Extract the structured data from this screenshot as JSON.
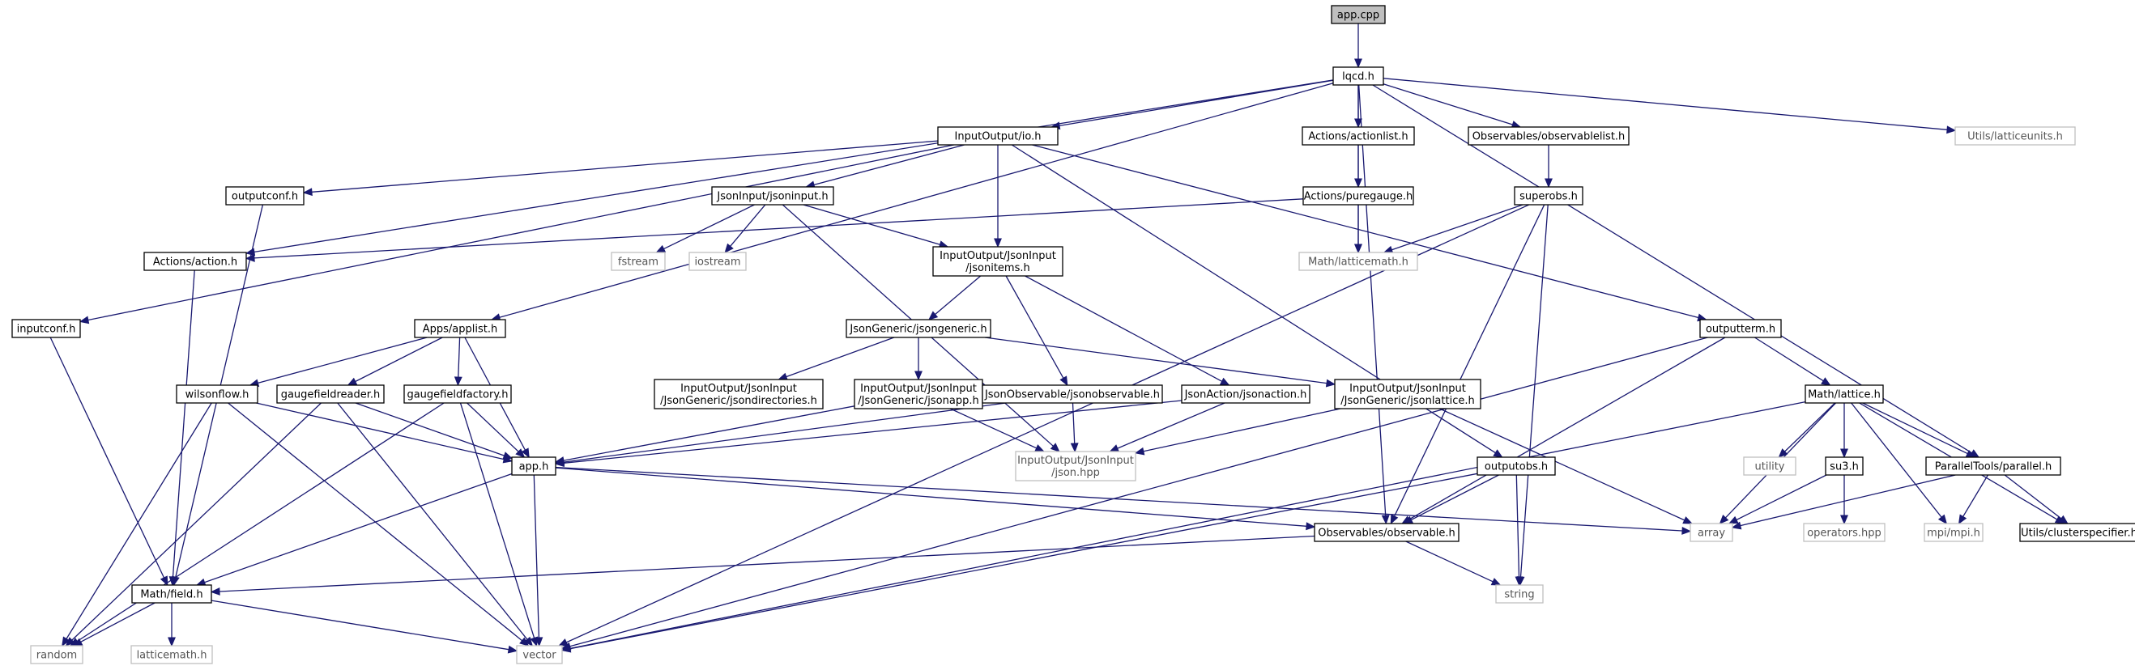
{
  "colors": {
    "edge": "#191970",
    "root_fill": "#bfbfbf",
    "node_fill": "#ffffff",
    "node_border": "#000000",
    "external_border": "#bfbfbf",
    "external_text": "#555555"
  },
  "nodes": [
    {
      "id": "app_cpp",
      "label": [
        "app.cpp"
      ],
      "kind": "root"
    },
    {
      "id": "lqcd",
      "label": [
        "lqcd.h"
      ],
      "kind": "file"
    },
    {
      "id": "io",
      "label": [
        "InputOutput/io.h"
      ],
      "kind": "file"
    },
    {
      "id": "actionlist",
      "label": [
        "Actions/actionlist.h"
      ],
      "kind": "file"
    },
    {
      "id": "observablelist",
      "label": [
        "Observables/observablelist.h"
      ],
      "kind": "file"
    },
    {
      "id": "latticeunits",
      "label": [
        "Utils/latticeunits.h"
      ],
      "kind": "external"
    },
    {
      "id": "outputconf",
      "label": [
        "outputconf.h"
      ],
      "kind": "file"
    },
    {
      "id": "jsoninput",
      "label": [
        "JsonInput/jsoninput.h"
      ],
      "kind": "file"
    },
    {
      "id": "puregauge",
      "label": [
        "Actions/puregauge.h"
      ],
      "kind": "file"
    },
    {
      "id": "superobs",
      "label": [
        "superobs.h"
      ],
      "kind": "file"
    },
    {
      "id": "action",
      "label": [
        "Actions/action.h"
      ],
      "kind": "file"
    },
    {
      "id": "fstream",
      "label": [
        "fstream"
      ],
      "kind": "external"
    },
    {
      "id": "iostream",
      "label": [
        "iostream"
      ],
      "kind": "external"
    },
    {
      "id": "jsonitems",
      "label": [
        "InputOutput/JsonInput",
        "/jsonitems.h"
      ],
      "kind": "file"
    },
    {
      "id": "mathlatticemath",
      "label": [
        "Math/latticemath.h"
      ],
      "kind": "external"
    },
    {
      "id": "inputconf",
      "label": [
        "inputconf.h"
      ],
      "kind": "file"
    },
    {
      "id": "applist",
      "label": [
        "Apps/applist.h"
      ],
      "kind": "file"
    },
    {
      "id": "jsongeneric",
      "label": [
        "JsonGeneric/jsongeneric.h"
      ],
      "kind": "file"
    },
    {
      "id": "outputterm",
      "label": [
        "outputterm.h"
      ],
      "kind": "file"
    },
    {
      "id": "wilsonflow",
      "label": [
        "wilsonflow.h"
      ],
      "kind": "file"
    },
    {
      "id": "gaugefieldreader",
      "label": [
        "gaugefieldreader.h"
      ],
      "kind": "file"
    },
    {
      "id": "gaugefieldfactory",
      "label": [
        "gaugefieldfactory.h"
      ],
      "kind": "file"
    },
    {
      "id": "jsondirectories",
      "label": [
        "InputOutput/JsonInput",
        "/JsonGeneric/jsondirectories.h"
      ],
      "kind": "file"
    },
    {
      "id": "jsonapp",
      "label": [
        "InputOutput/JsonInput",
        "/JsonGeneric/jsonapp.h"
      ],
      "kind": "file"
    },
    {
      "id": "jsonobservable",
      "label": [
        "JsonObservable/jsonobservable.h"
      ],
      "kind": "file"
    },
    {
      "id": "jsonaction",
      "label": [
        "JsonAction/jsonaction.h"
      ],
      "kind": "file"
    },
    {
      "id": "jsonlattice",
      "label": [
        "InputOutput/JsonInput",
        "/JsonGeneric/jsonlattice.h"
      ],
      "kind": "file"
    },
    {
      "id": "mathlattice",
      "label": [
        "Math/lattice.h"
      ],
      "kind": "file"
    },
    {
      "id": "app_h",
      "label": [
        "app.h"
      ],
      "kind": "file"
    },
    {
      "id": "jsonhpp",
      "label": [
        "InputOutput/JsonInput",
        "/json.hpp"
      ],
      "kind": "external"
    },
    {
      "id": "outputobs",
      "label": [
        "outputobs.h"
      ],
      "kind": "file"
    },
    {
      "id": "utility",
      "label": [
        "utility"
      ],
      "kind": "external"
    },
    {
      "id": "su3",
      "label": [
        "su3.h"
      ],
      "kind": "file"
    },
    {
      "id": "parallel",
      "label": [
        "ParallelTools/parallel.h"
      ],
      "kind": "file"
    },
    {
      "id": "observable",
      "label": [
        "Observables/observable.h"
      ],
      "kind": "file"
    },
    {
      "id": "array",
      "label": [
        "array"
      ],
      "kind": "external"
    },
    {
      "id": "operatorshpp",
      "label": [
        "operators.hpp"
      ],
      "kind": "external"
    },
    {
      "id": "mpi",
      "label": [
        "mpi/mpi.h"
      ],
      "kind": "external"
    },
    {
      "id": "clusterspecifier",
      "label": [
        "Utils/clusterspecifier.h"
      ],
      "kind": "file"
    },
    {
      "id": "field",
      "label": [
        "Math/field.h"
      ],
      "kind": "file"
    },
    {
      "id": "string",
      "label": [
        "string"
      ],
      "kind": "external"
    },
    {
      "id": "random",
      "label": [
        "random"
      ],
      "kind": "external"
    },
    {
      "id": "latticemath2",
      "label": [
        "latticemath.h"
      ],
      "kind": "external"
    },
    {
      "id": "vector",
      "label": [
        "vector"
      ],
      "kind": "external"
    }
  ],
  "edges": [
    [
      "app_cpp",
      "lqcd"
    ],
    [
      "lqcd",
      "io"
    ],
    [
      "lqcd",
      "actionlist"
    ],
    [
      "lqcd",
      "observablelist"
    ],
    [
      "lqcd",
      "latticeunits"
    ],
    [
      "lqcd",
      "action"
    ],
    [
      "lqcd",
      "applist"
    ],
    [
      "lqcd",
      "mathlatticemath"
    ],
    [
      "lqcd",
      "parallel"
    ],
    [
      "lqcd",
      "observable"
    ],
    [
      "io",
      "outputconf"
    ],
    [
      "io",
      "jsoninput"
    ],
    [
      "io",
      "jsonitems"
    ],
    [
      "io",
      "inputconf"
    ],
    [
      "io",
      "outputterm"
    ],
    [
      "io",
      "outputobs"
    ],
    [
      "actionlist",
      "puregauge"
    ],
    [
      "observablelist",
      "superobs"
    ],
    [
      "puregauge",
      "action"
    ],
    [
      "puregauge",
      "mathlatticemath"
    ],
    [
      "superobs",
      "mathlatticemath"
    ],
    [
      "superobs",
      "observable"
    ],
    [
      "superobs",
      "string"
    ],
    [
      "superobs",
      "vector"
    ],
    [
      "outputconf",
      "field"
    ],
    [
      "action",
      "field"
    ],
    [
      "inputconf",
      "field"
    ],
    [
      "jsoninput",
      "fstream"
    ],
    [
      "jsoninput",
      "iostream"
    ],
    [
      "jsoninput",
      "jsonitems"
    ],
    [
      "jsoninput",
      "jsonhpp"
    ],
    [
      "jsonitems",
      "jsongeneric"
    ],
    [
      "jsonitems",
      "jsonobservable"
    ],
    [
      "jsonitems",
      "jsonaction"
    ],
    [
      "jsongeneric",
      "jsondirectories"
    ],
    [
      "jsongeneric",
      "jsonapp"
    ],
    [
      "jsongeneric",
      "jsonlattice"
    ],
    [
      "jsonapp",
      "app_h"
    ],
    [
      "jsonapp",
      "jsonhpp"
    ],
    [
      "jsonobservable",
      "app_h"
    ],
    [
      "jsonobservable",
      "jsonhpp"
    ],
    [
      "jsonaction",
      "app_h"
    ],
    [
      "jsonaction",
      "jsonhpp"
    ],
    [
      "jsonlattice",
      "jsonhpp"
    ],
    [
      "jsonlattice",
      "array"
    ],
    [
      "applist",
      "wilsonflow"
    ],
    [
      "applist",
      "gaugefieldreader"
    ],
    [
      "applist",
      "gaugefieldfactory"
    ],
    [
      "applist",
      "app_h"
    ],
    [
      "wilsonflow",
      "app_h"
    ],
    [
      "wilsonflow",
      "random"
    ],
    [
      "wilsonflow",
      "vector"
    ],
    [
      "gaugefieldreader",
      "app_h"
    ],
    [
      "gaugefieldreader",
      "random"
    ],
    [
      "gaugefieldreader",
      "vector"
    ],
    [
      "gaugefieldfactory",
      "app_h"
    ],
    [
      "gaugefieldfactory",
      "random"
    ],
    [
      "gaugefieldfactory",
      "vector"
    ],
    [
      "app_h",
      "field"
    ],
    [
      "app_h",
      "observable"
    ],
    [
      "app_h",
      "array"
    ],
    [
      "app_h",
      "vector"
    ],
    [
      "outputterm",
      "mathlattice"
    ],
    [
      "outputterm",
      "observable"
    ],
    [
      "outputterm",
      "vector"
    ],
    [
      "outputobs",
      "observable"
    ],
    [
      "outputobs",
      "string"
    ],
    [
      "outputobs",
      "vector"
    ],
    [
      "mathlattice",
      "utility"
    ],
    [
      "mathlattice",
      "su3"
    ],
    [
      "mathlattice",
      "parallel"
    ],
    [
      "mathlattice",
      "mpi"
    ],
    [
      "mathlattice",
      "clusterspecifier"
    ],
    [
      "mathlattice",
      "array"
    ],
    [
      "mathlattice",
      "vector"
    ],
    [
      "su3",
      "operatorshpp"
    ],
    [
      "su3",
      "array"
    ],
    [
      "parallel",
      "mpi"
    ],
    [
      "parallel",
      "clusterspecifier"
    ],
    [
      "parallel",
      "array"
    ],
    [
      "observable",
      "field"
    ],
    [
      "observable",
      "string"
    ],
    [
      "field",
      "random"
    ],
    [
      "field",
      "latticemath2"
    ],
    [
      "field",
      "vector"
    ]
  ]
}
